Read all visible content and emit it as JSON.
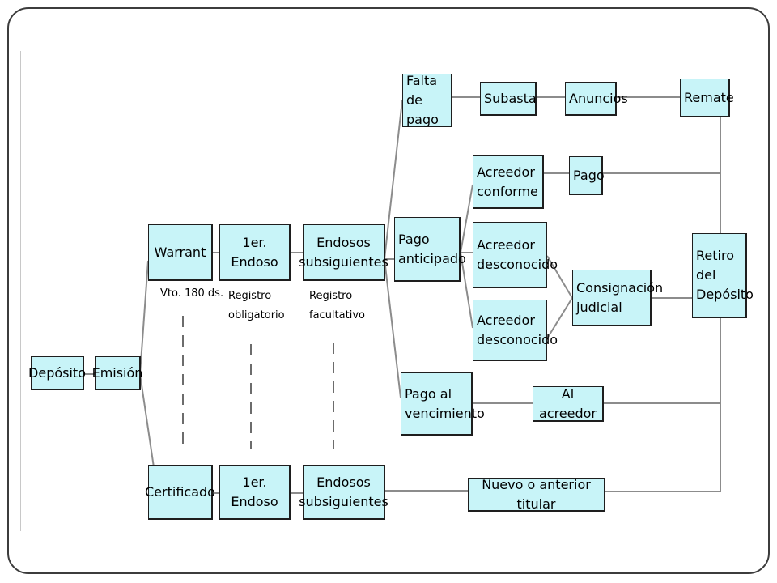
{
  "diagram": {
    "nodes": {
      "deposito": "Depósito",
      "emision": "Emisión",
      "warrant": "Warrant",
      "primer_endoso_w": "1er. Endoso",
      "endosos_sub_w": "Endosos\nsubsiguientes",
      "certificado": "Certificado",
      "primer_endoso_c": "1er. Endoso",
      "endosos_sub_c": "Endosos\nsubsiguientes",
      "falta_pago": "Falta de\npago",
      "subasta": "Subasta",
      "anuncios": "Anuncios",
      "remate": "Remate",
      "pago_anticipado": "Pago\nanticipado",
      "acreedor_conforme": "Acreedor\nconforme",
      "pago": "Pago",
      "acreedor_desconocido_1": "Acreedor\ndesconocido",
      "acreedor_desconocido_2": "Acreedor\ndesconocido",
      "consignacion_judicial": "Consignación\njudicial",
      "retiro_deposito": "Retiro\ndel\nDepósito",
      "pago_vencimiento": "Pago al\nvencimiento",
      "al_acreedor": "Al acreedor",
      "nuevo_titular": "Nuevo o anterior titular"
    },
    "annotations": {
      "vto": "Vto. 180 ds.",
      "registro_obligatorio": "Registro\nobligatorio",
      "registro_facultativo": "Registro\nfacultativo"
    },
    "colors": {
      "box_fill": "#c8f4f8",
      "box_border": "#1e1e1e",
      "connector": "#8c8c8c"
    }
  }
}
